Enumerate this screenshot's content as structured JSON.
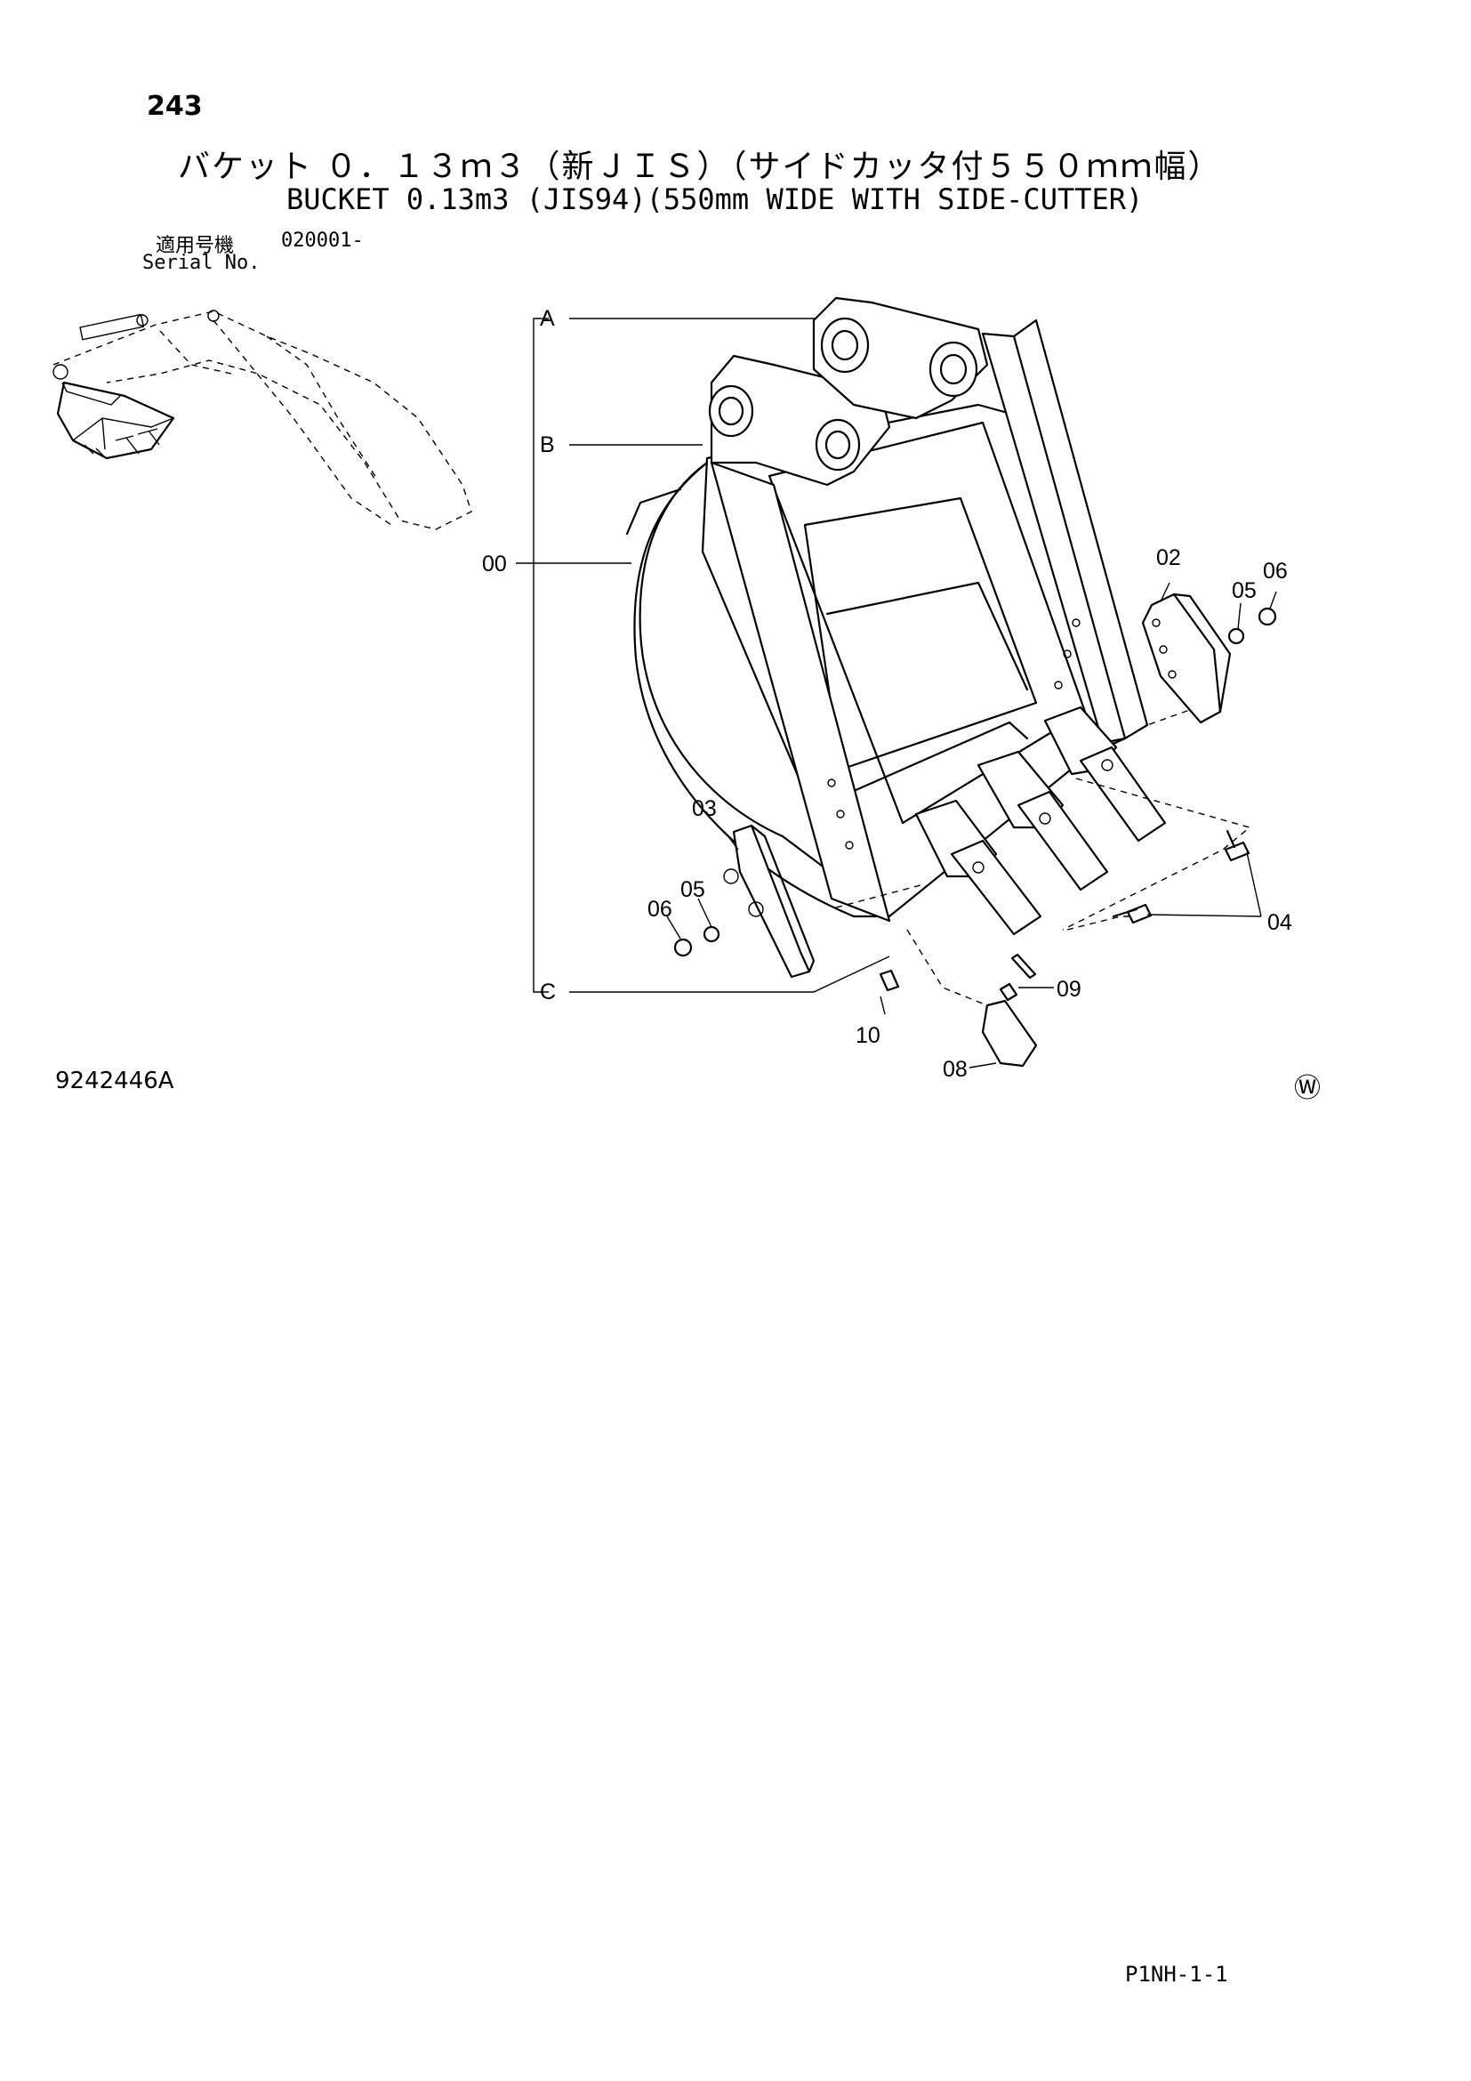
{
  "header": {
    "page_number": "243",
    "title_jp": "バケット ０．１３ｍ３（新ＪＩＳ）（サイドカッタ付５５０ｍｍ幅）",
    "title_en": "BUCKET 0.13m3 (JIS94)(550mm WIDE WITH SIDE-CUTTER)",
    "serial_label_jp": "適用号機",
    "serial_value": "020001-",
    "serial_label_en": "Serial No."
  },
  "diagram": {
    "callouts": {
      "A": "A",
      "B": "B",
      "C": "C",
      "p00": "00",
      "p02": "02",
      "p03": "03",
      "p04": "04",
      "p05a": "05",
      "p05b": "05",
      "p06a": "06",
      "p06b": "06",
      "p08": "08",
      "p09": "09",
      "p10": "10"
    },
    "icons": [
      "excavator-overview-icon",
      "bucket-exploded-view"
    ]
  },
  "footer": {
    "drawing_number": "9242446A",
    "w_mark": "Ⓦ",
    "page_code": "P1NH-1-1"
  }
}
